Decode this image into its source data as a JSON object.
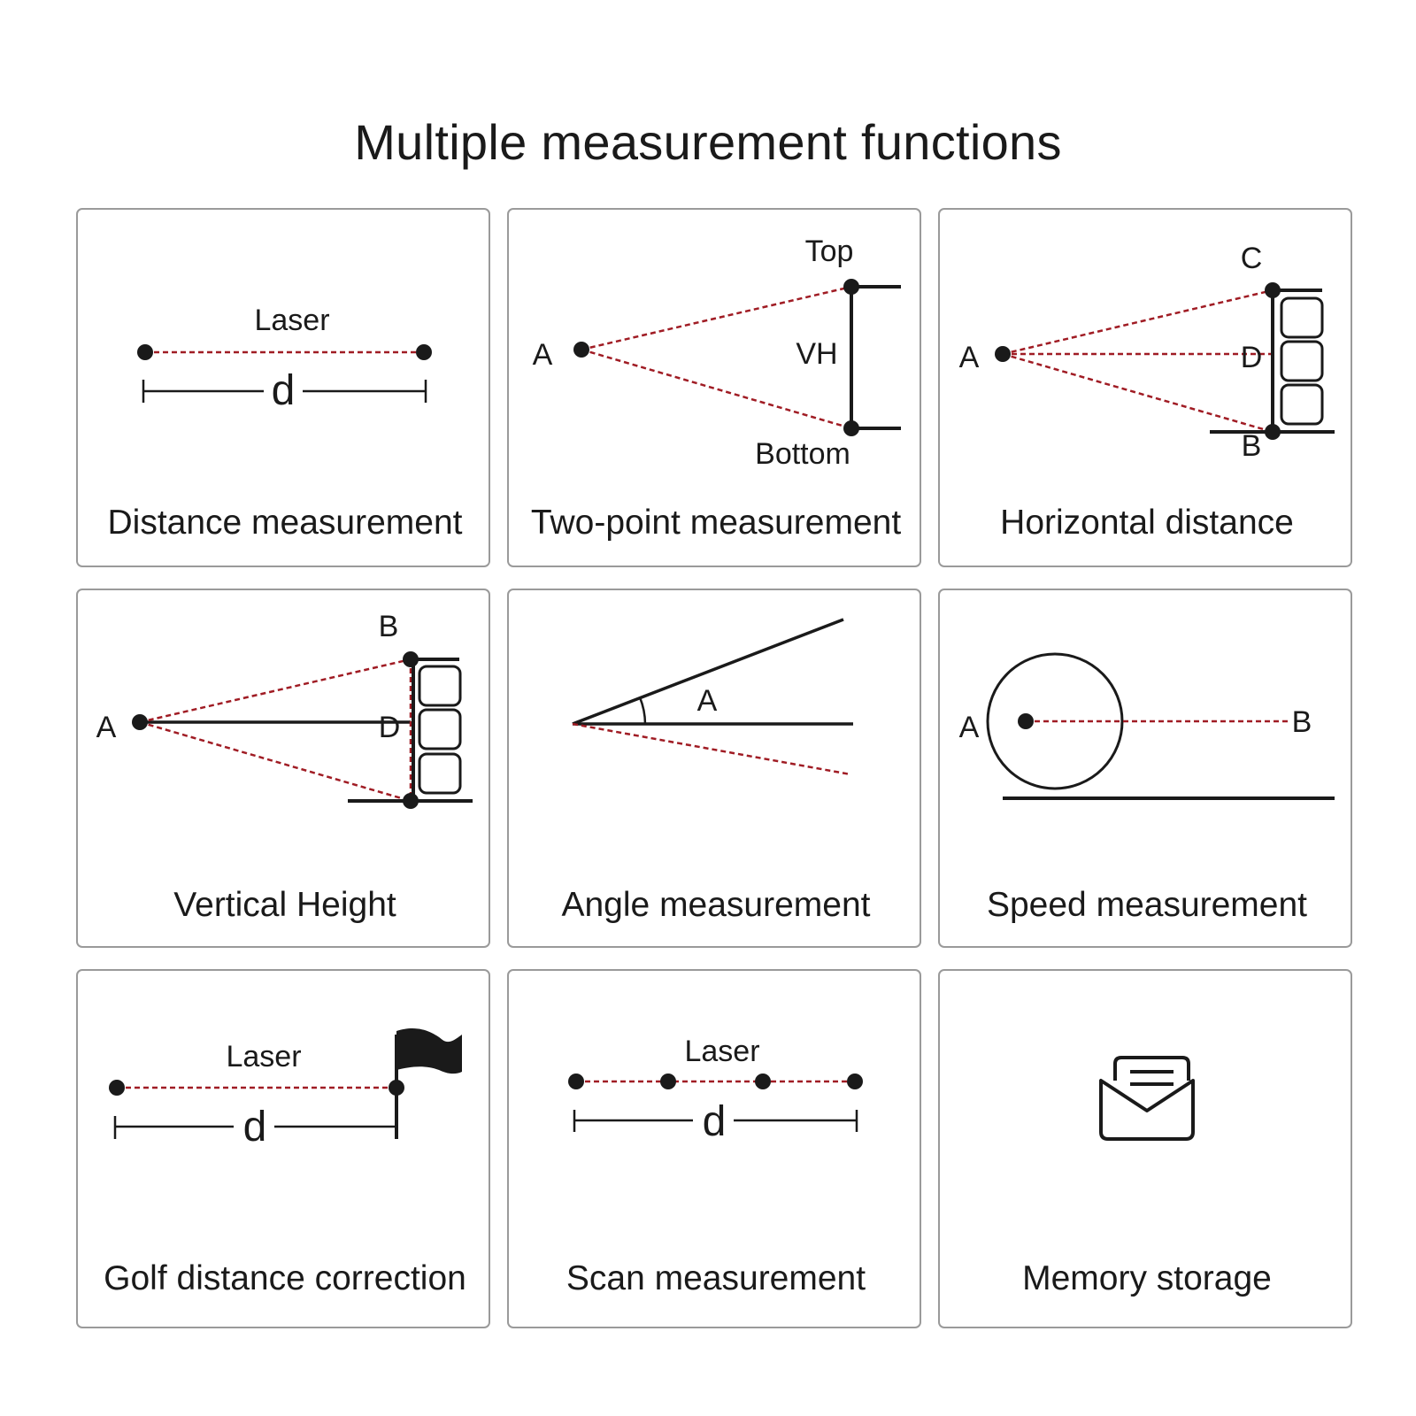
{
  "title": "Multiple measurement functions",
  "colors": {
    "laser": "#a01c24",
    "ink": "#1a1a1a",
    "border": "#9a9a9a"
  },
  "cards": [
    {
      "caption": "Distance measurement",
      "labels": {
        "laser": "Laser",
        "d": "d"
      }
    },
    {
      "caption": "Two-point measurement",
      "labels": {
        "top": "Top",
        "a": "A",
        "vh": "VH",
        "bottom": "Bottom"
      }
    },
    {
      "caption": "Horizontal distance",
      "labels": {
        "c": "C",
        "a": "A",
        "d": "D",
        "b": "B"
      }
    },
    {
      "caption": "Vertical Height",
      "labels": {
        "b": "B",
        "a": "A",
        "d": "D"
      }
    },
    {
      "caption": "Angle measurement",
      "labels": {
        "a": "A"
      }
    },
    {
      "caption": "Speed measurement",
      "labels": {
        "a": "A",
        "b": "B"
      }
    },
    {
      "caption": "Golf distance correction",
      "labels": {
        "laser": "Laser",
        "d": "d"
      }
    },
    {
      "caption": "Scan measurement",
      "labels": {
        "laser": "Laser",
        "d": "d"
      }
    },
    {
      "caption": "Memory storage",
      "icon": "envelope-letter-icon"
    }
  ]
}
